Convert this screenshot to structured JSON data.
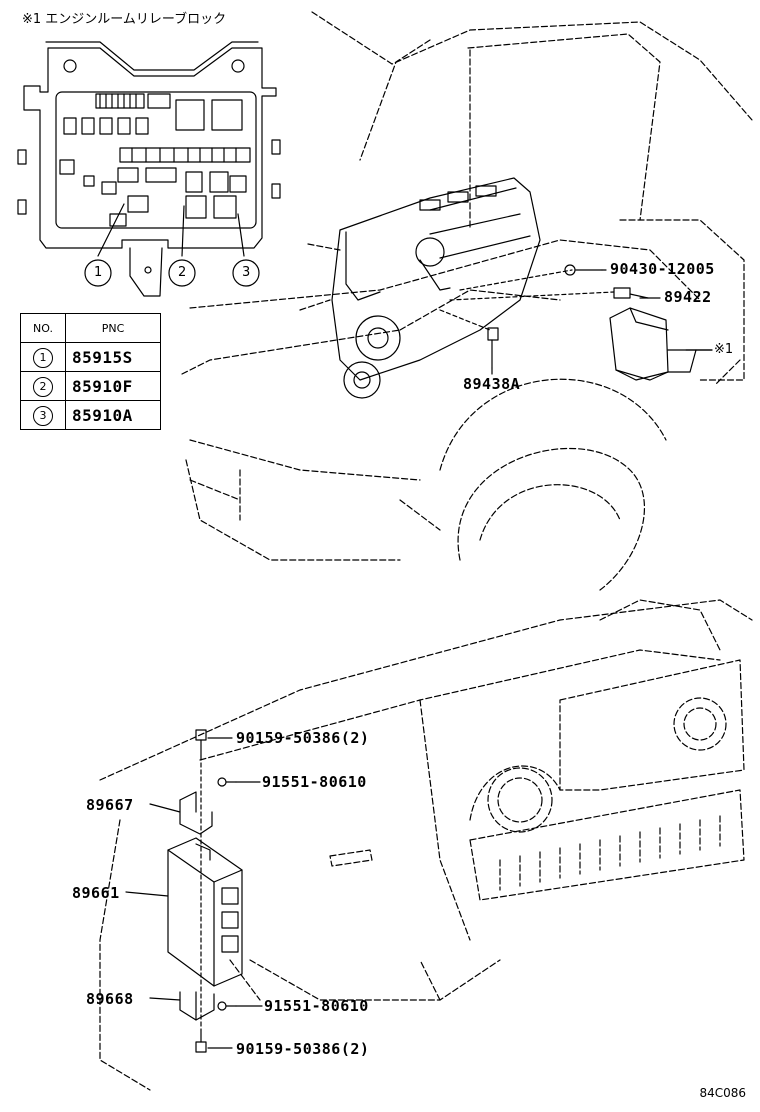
{
  "note_title": "※1 エンジンルームリレーブロック",
  "note_marker": "※1",
  "circle_labels": [
    "1",
    "2",
    "3"
  ],
  "table": {
    "headers": [
      "NO.",
      "PNC"
    ],
    "rows": [
      {
        "no": "1",
        "pnc": "85915S"
      },
      {
        "no": "2",
        "pnc": "85910F"
      },
      {
        "no": "3",
        "pnc": "85910A"
      }
    ]
  },
  "part_labels": {
    "p90430": "90430-12005",
    "p89422": "89422",
    "p89438A": "89438A",
    "p90159_top": "90159-50386(2)",
    "p91551_top": "91551-80610",
    "p89667": "89667",
    "p89661": "89661",
    "p89668": "89668",
    "p91551_bottom": "91551-80610",
    "p90159_bottom": "90159-50386(2)"
  },
  "diagram_code": "84C086"
}
